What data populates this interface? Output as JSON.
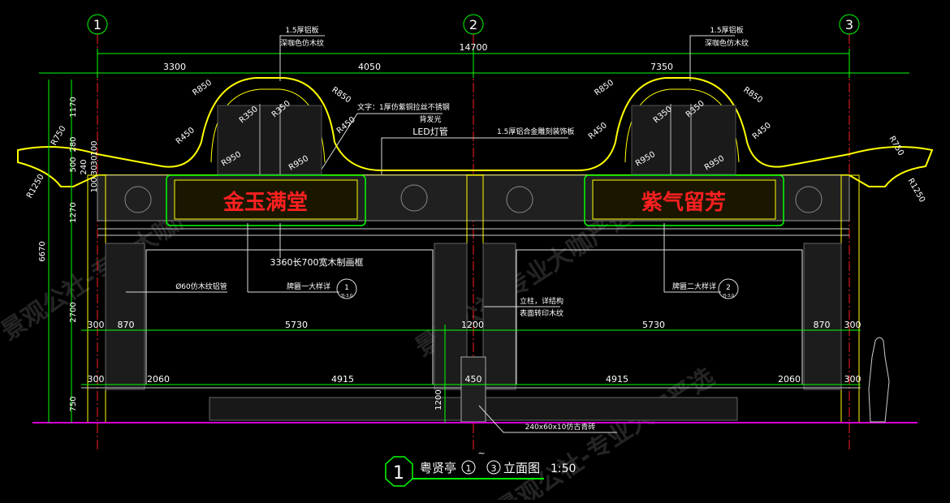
{
  "grid": {
    "axes": [
      "1",
      "2",
      "3"
    ]
  },
  "top_dims": {
    "total": "14700",
    "left": "3300",
    "mid": "4050",
    "right": "7350"
  },
  "notes_top": {
    "aluminum_left_1": "1.5厚铝板",
    "aluminum_left_2": "深咖色仿木纹",
    "aluminum_right_1": "1.5厚铝板",
    "aluminum_right_2": "深咖色仿木纹",
    "text_1": "文字：1厚仿紫铜拉丝不锈钢",
    "text_2": "背发光",
    "text_3": "LED灯管",
    "carve": "1.5厚铝合金雕刻装饰板"
  },
  "radii": {
    "r850": "R850",
    "r350": "R350",
    "r450": "R450",
    "r950": "R950",
    "r750": "R750",
    "r1250": "R1250"
  },
  "signs": {
    "left": "金玉满堂",
    "right": "紫气留芳"
  },
  "notes_mid": {
    "frame": "3360长700宽木制画框",
    "pipe": "Ø60仿木纹铝管",
    "detail_left": "牌匾一大样详",
    "detail_right": "牌匾二大样详",
    "detail_left_no": "1",
    "detail_right_no": "2",
    "detail_left_ref": "YJ-3.0",
    "detail_right_ref": "YJ-3.0",
    "column_1": "立柱，详结构",
    "column_2": "表面转印木纹",
    "brick": "240x60x10仿古青砖"
  },
  "left_dims": [
    "6670",
    "1170",
    "280",
    "500",
    "240",
    "100",
    "30",
    "30",
    "100",
    "1270",
    "2700",
    "750"
  ],
  "row1_dims": [
    "300",
    "870",
    "5730",
    "1200",
    "5730",
    "870",
    "300"
  ],
  "row2_dims": [
    "300",
    "2060",
    "4915",
    "450",
    "4915",
    "2060",
    "300"
  ],
  "dim_1200": "1200",
  "title": {
    "number": "1",
    "name": "粤贤亭",
    "from": "1",
    "tilde": "~",
    "to": "3",
    "suffix": "立面图",
    "scale": "1:50"
  },
  "watermark": "景观公社-专业大咖严选",
  "colors": {
    "bg": "#000000",
    "green": "#00ff00",
    "yellow": "#ffff00",
    "red": "#ff2020",
    "white": "#dcdcdc"
  }
}
